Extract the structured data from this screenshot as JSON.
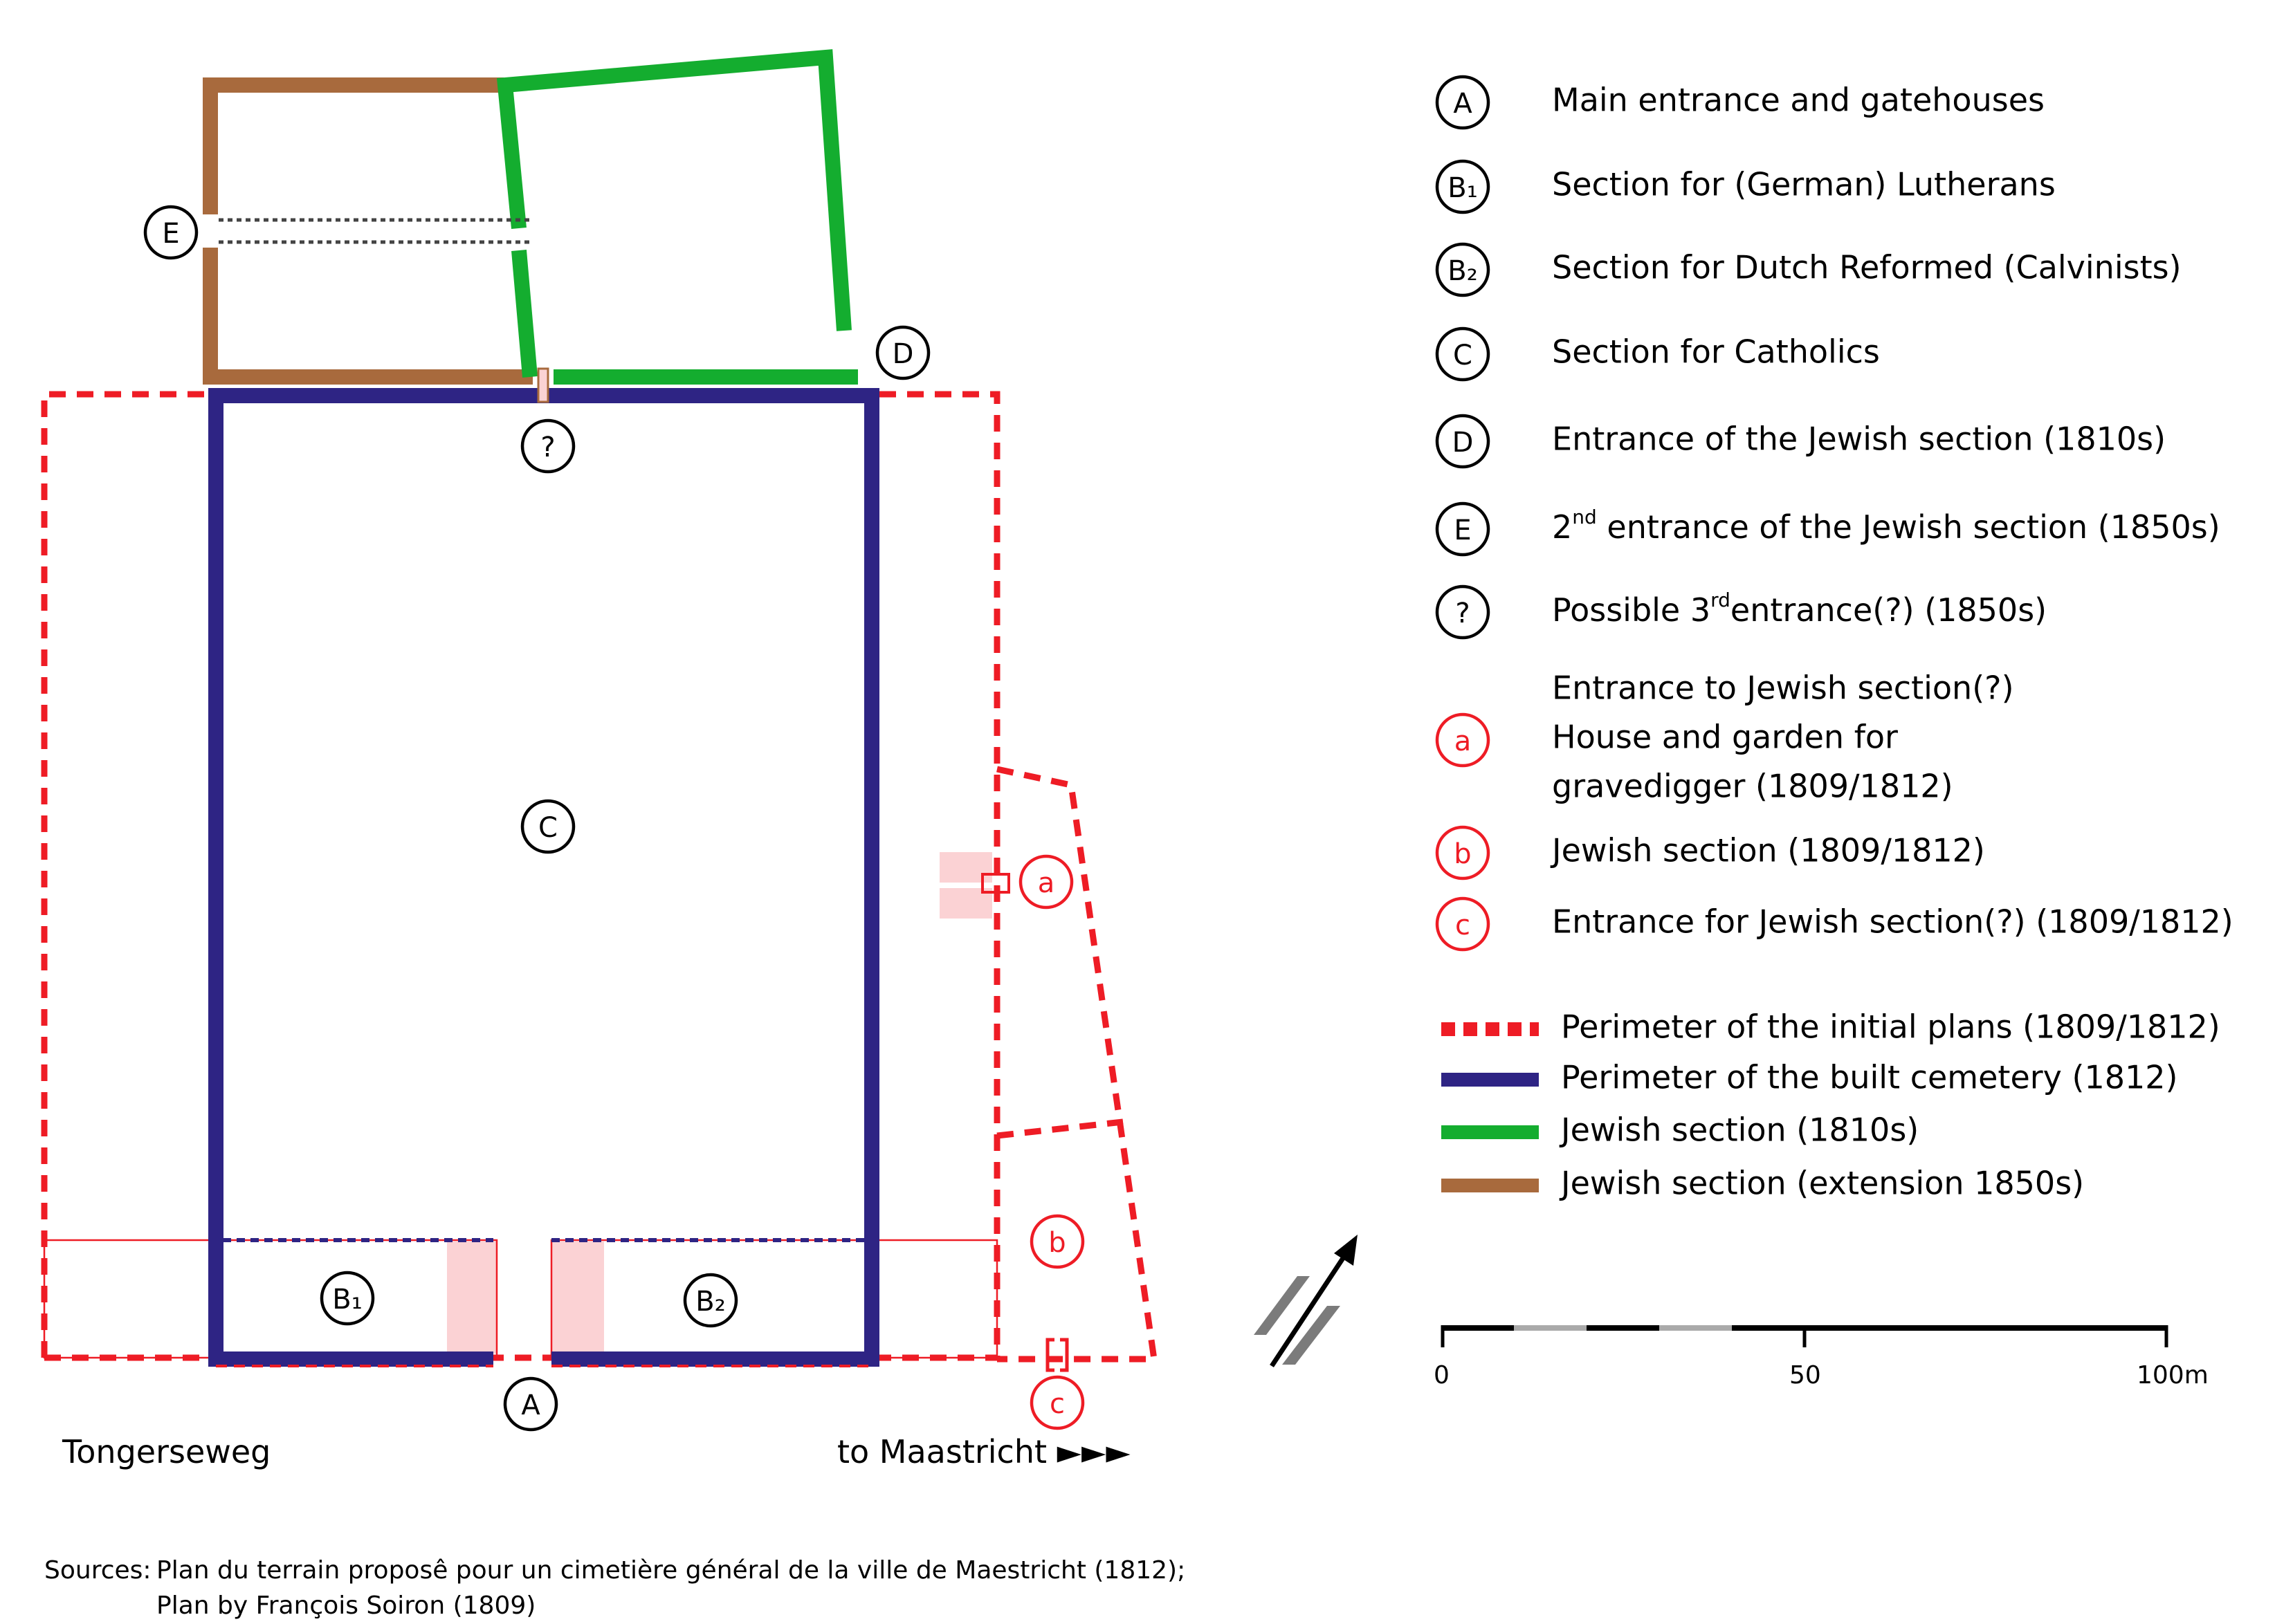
{
  "colors": {
    "initial_perimeter": "#ee1c25",
    "built_perimeter": "#2e2484",
    "jewish_1810s": "#14ad2f",
    "jewish_extension": "#a86a3d",
    "section_fill": "#fbd2d4",
    "badge_black": "#000000",
    "badge_red": "#ee1c25"
  },
  "map": {
    "badges": {
      "A": "A",
      "B1": "B₁",
      "B2": "B₂",
      "C": "C",
      "D": "D",
      "E": "E",
      "q": "?",
      "a": "a",
      "b": "b",
      "c": "c"
    },
    "road_label": "Tongerseweg",
    "direction_label": "to Maastricht ►►►",
    "north_icon": "north-arrow-icon"
  },
  "legend": {
    "items": [
      {
        "badge": "A",
        "text": "Main entrance and gatehouses",
        "color": "black"
      },
      {
        "badge": "B₁",
        "text": "Section for (German) Lutherans",
        "color": "black"
      },
      {
        "badge": "B₂",
        "text": "Section for Dutch Reformed (Calvinists)",
        "color": "black"
      },
      {
        "badge": "C",
        "text": "Section for Catholics",
        "color": "black"
      },
      {
        "badge": "D",
        "text": "Entrance of the Jewish section (1810s)",
        "color": "black"
      },
      {
        "badge": "E",
        "text_parts": [
          "2",
          "nd",
          " entrance of the Jewish section (1850s)"
        ],
        "color": "black"
      },
      {
        "badge": "?",
        "text_parts": [
          "Possible 3",
          "rd",
          "entrance(?) (1850s)"
        ],
        "color": "black"
      },
      {
        "badge": "a",
        "lines": [
          "Entrance to Jewish section(?)",
          "House and garden for",
          "gravedigger (1809/1812)"
        ],
        "color": "red"
      },
      {
        "badge": "b",
        "text": "Jewish section (1809/1812)",
        "color": "red"
      },
      {
        "badge": "c",
        "text": "Entrance for Jewish section(?) (1809/1812)",
        "color": "red"
      }
    ],
    "lines": [
      {
        "style": "dashed-red",
        "text": "Perimeter of the initial plans (1809/1812)"
      },
      {
        "style": "solid-blue",
        "text": "Perimeter of the built cemetery (1812)"
      },
      {
        "style": "solid-green",
        "text": "Jewish section (1810s)"
      },
      {
        "style": "solid-brown",
        "text": "Jewish section (extension 1850s)"
      }
    ]
  },
  "scale_bar": {
    "ticks": [
      "0",
      "50",
      "100m"
    ]
  },
  "sources": {
    "label": "Sources:",
    "line1": "Plan du terrain proposê pour un cimetière général de la ville de Maestricht (1812);",
    "line2": "Plan by François Soiron (1809)"
  }
}
